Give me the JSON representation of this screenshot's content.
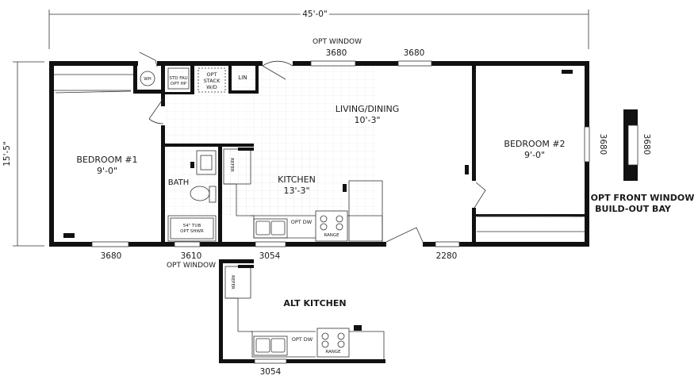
{
  "overall": {
    "width": "45'-0\"",
    "depth": "15'-5\""
  },
  "rooms": {
    "bedroom1": {
      "name": "BEDROOM #1",
      "size": "9'-0\""
    },
    "bedroom2": {
      "name": "BEDROOM #2",
      "size": "9'-0\""
    },
    "living": {
      "name": "LIVING/DINING",
      "size": "10'-3\""
    },
    "kitchen": {
      "name": "KITCHEN",
      "size": "13'-3\""
    },
    "bath": {
      "name": "BATH"
    }
  },
  "fixtures": {
    "wh": "WH",
    "std_fau_1": "STD FAU",
    "std_fau_2": "OPT HP",
    "stack_1": "OPT",
    "stack_2": "STACK",
    "stack_3": "W/D",
    "lin": "LIN",
    "tub_1": "54\" TUB",
    "tub_2": "OPT SHWR",
    "refer": "REFER",
    "opt_dw": "OPT DW",
    "range": "RANGE"
  },
  "windows": {
    "opt_window_top": "OPT WINDOW",
    "top1": "3680",
    "top2": "3680",
    "right": "3680",
    "bay": "3680",
    "bottom1": "3680",
    "bottom2": "3610",
    "opt_window_bottom": "OPT WINDOW",
    "door": "3054",
    "bottom4": "2280",
    "alt_door": "3054"
  },
  "annotations": {
    "bay_1": "OPT FRONT WINDOW",
    "bay_2": "BUILD-OUT BAY",
    "alt_kitchen": "ALT KITCHEN"
  }
}
